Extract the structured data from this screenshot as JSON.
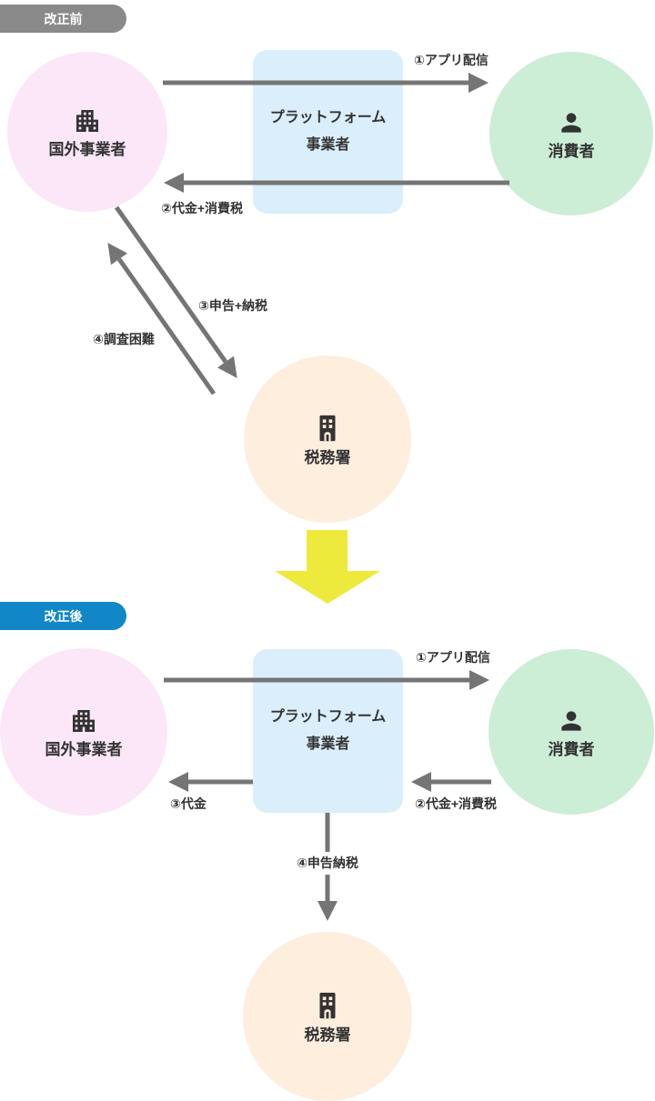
{
  "colors": {
    "badge_before_bg": "#8a8a8a",
    "badge_after_bg": "#1187c8",
    "foreign_circle_bg": "#fbe7f7",
    "platform_box_bg": "#daeefb",
    "consumer_circle_bg": "#ccedd6",
    "tax_circle_bg": "#fdeede",
    "arrow_gray": "#757575",
    "transition_arrow_yellow": "#eeea3c",
    "text": "#333333"
  },
  "icons": {
    "foreign": "apartment-building-icon",
    "consumer": "person-icon",
    "tax": "government-building-icon"
  },
  "before": {
    "badge_label": "改正前",
    "foreign_label": "国外事業者",
    "platform_line1": "プラットフォーム",
    "platform_line2": "事業者",
    "consumer_label": "消費者",
    "tax_label": "税務署",
    "arrow1_label": "①アプリ配信",
    "arrow2_label": "②代金+消費税",
    "arrow3_label": "③申告+納税",
    "arrow4_label": "④調査困難"
  },
  "after": {
    "badge_label": "改正後",
    "foreign_label": "国外事業者",
    "platform_line1": "プラットフォーム",
    "platform_line2": "事業者",
    "consumer_label": "消費者",
    "tax_label": "税務署",
    "arrow1_label": "①アプリ配信",
    "arrow2_label": "②代金+消費税",
    "arrow3_label": "③代金",
    "arrow4_label": "④申告納税"
  }
}
